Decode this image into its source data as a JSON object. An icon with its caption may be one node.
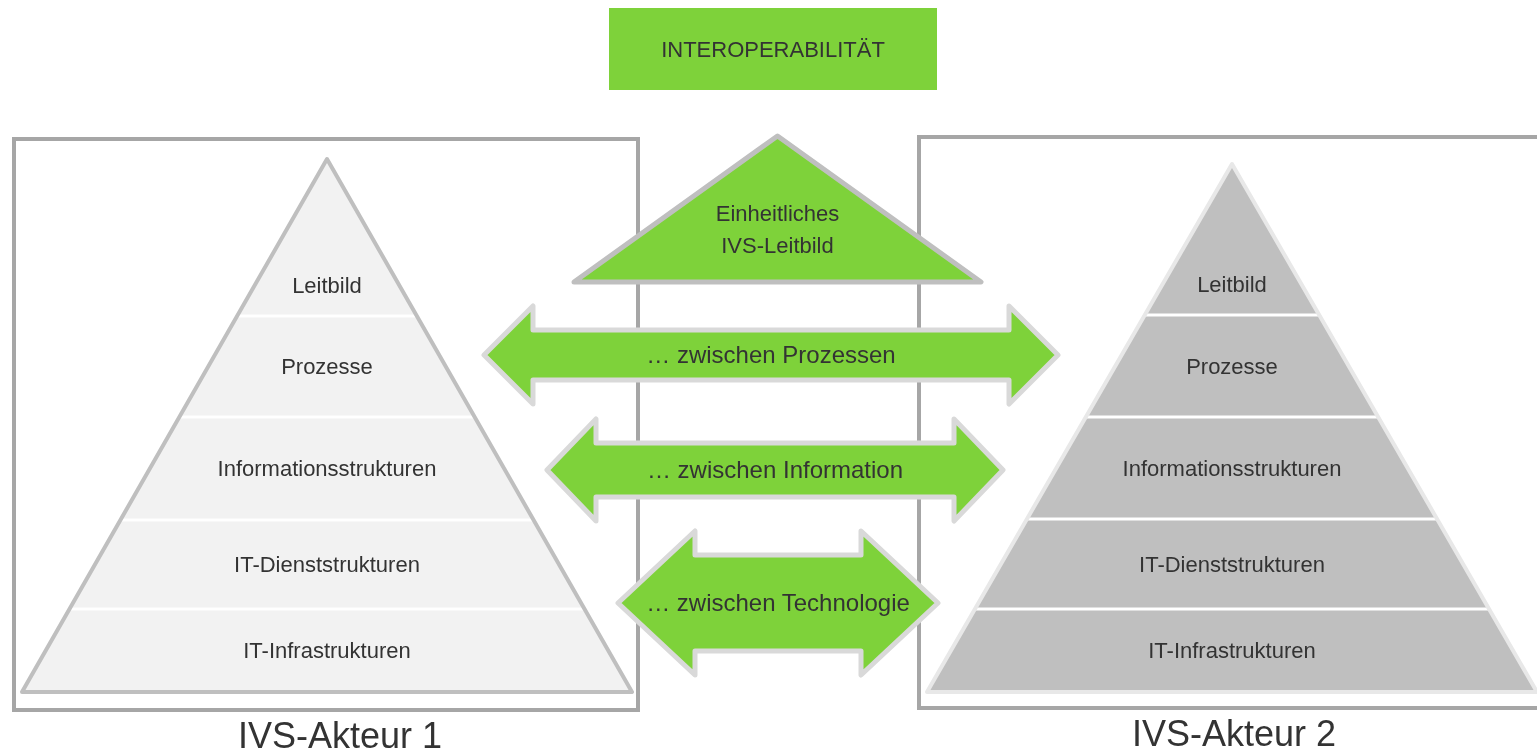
{
  "diagram": {
    "nodes": [
      {
        "text": [
          "INTEROPERABILITÄT"
        ]
      },
      {
        "text": [
          "IVS-Akteur 1"
        ]
      },
      {
        "text": [
          "Leitbild"
        ],
        "in": 1
      },
      {
        "text": [
          "Prozesse"
        ],
        "in": 1
      },
      {
        "text": [
          "Informationsstrukturen"
        ],
        "in": 1
      },
      {
        "text": [
          "IT-Dienststrukturen"
        ],
        "in": 1
      },
      {
        "text": [
          "IT-Infrastrukturen"
        ],
        "in": 1
      },
      {
        "text": [
          "Einheitliches IVS-Leitbild"
        ]
      },
      {
        "text": [
          "… zwischen Prozessen"
        ]
      },
      {
        "text": [
          "… zwischen Information"
        ]
      },
      {
        "text": [
          "… zwischen Technologie"
        ]
      },
      {
        "text": [
          "IVS-Akteur 2"
        ]
      },
      {
        "text": [
          "Leitbild"
        ],
        "in": 11
      },
      {
        "text": [
          "Prozesse"
        ],
        "in": 11
      },
      {
        "text": [
          "Informationsstrukturen"
        ],
        "in": 11
      },
      {
        "text": [
          "IT-Dienststrukturen"
        ],
        "in": 11
      },
      {
        "text": [
          "IT-Infrastrukturen"
        ],
        "in": 11
      }
    ],
    "edges": []
  }
}
